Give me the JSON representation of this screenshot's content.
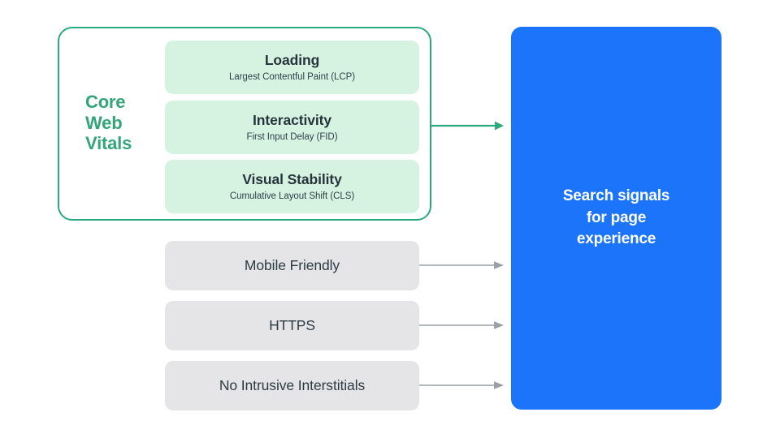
{
  "diagram": {
    "core_web_vitals": {
      "group_label": "Core\nWeb\nVitals",
      "group_label_color": "#33a579",
      "border_color": "#2aa97c",
      "box_fill": "#d6f3e2",
      "metrics": [
        {
          "title": "Loading",
          "subtitle": "Largest Contentful Paint (LCP)"
        },
        {
          "title": "Interactivity",
          "subtitle": "First Input Delay (FID)"
        },
        {
          "title": "Visual Stability",
          "subtitle": "Cumulative Layout Shift (CLS)"
        }
      ]
    },
    "other_signals": {
      "box_fill": "#e5e5e7",
      "items": [
        {
          "label": "Mobile Friendly"
        },
        {
          "label": "HTTPS"
        },
        {
          "label": "No Intrusive Interstitials"
        }
      ]
    },
    "arrows": {
      "green_color": "#2aa97c",
      "gray_color": "#9aa0a6"
    },
    "output_panel": {
      "text": "Search signals\nfor page\nexperience",
      "background": "#1b74fa",
      "text_color": "#ffffff"
    }
  }
}
